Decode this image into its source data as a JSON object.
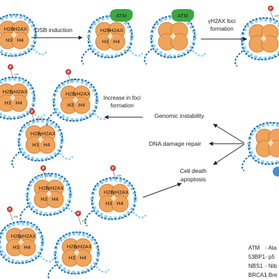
{
  "histones": {
    "h2b": "H2B",
    "h2ax": "H2AX",
    "gamma_h2ax": "γH2AX",
    "h3": "H3",
    "h4": "H4"
  },
  "proteins": {
    "atm": "ATM"
  },
  "phospho": {
    "site": "139",
    "marker": "P"
  },
  "steps": {
    "dsb_induction": "DSB induction",
    "foci_formation_line1": "γH2AX foci",
    "foci_formation_line2": "formation",
    "increase_foci_line1": "Increase in foci",
    "increase_foci_line2": "formation"
  },
  "outcomes": {
    "genomic_instability": "Genomic instability",
    "dna_repair": "DNA damage repair",
    "cell_death_line1": "Cell death",
    "cell_death_line2": "apoptosis"
  },
  "legend": [
    {
      "abbr": "ATM",
      "definition": "- Ata"
    },
    {
      "abbr": "53BP1",
      "definition": "- p5"
    },
    {
      "abbr": "NBS1",
      "definition": "- Nib"
    },
    {
      "abbr": "BRCA1",
      "definition": "- Bre"
    }
  ],
  "colors": {
    "histone": "#f0a35a",
    "histone_edge": "#c9772e",
    "dna_dark": "#1f6fb5",
    "dna_light": "#8fd0ee",
    "atm": "#3aa840",
    "phospho": "#c0392b",
    "arrow": "#222222"
  }
}
